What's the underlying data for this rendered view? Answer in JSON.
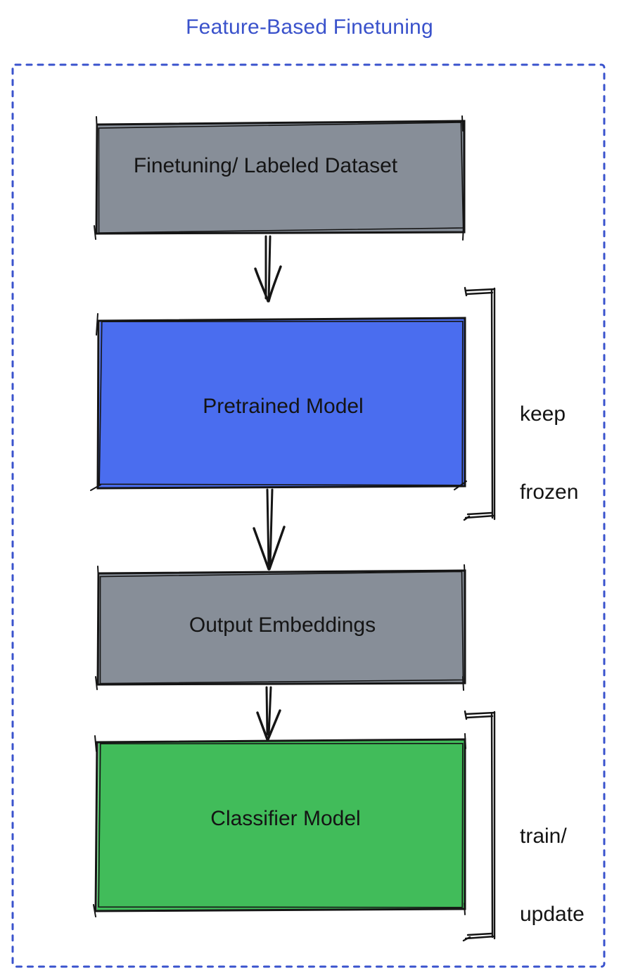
{
  "title": "Feature-Based Finetuning",
  "colors": {
    "accent": "#3a53cd",
    "title_text": "#3a52cb",
    "box_gray": "#878e98",
    "box_blue": "#4a6def",
    "box_green": "#41bc5a",
    "stroke": "#151515",
    "label_text": "#141414"
  },
  "nodes": [
    {
      "id": "dataset",
      "label": "Finetuning/ Labeled Dataset",
      "fill": "#878e98"
    },
    {
      "id": "pretrained",
      "label": "Pretrained Model",
      "fill": "#4a6def"
    },
    {
      "id": "embeddings",
      "label": "Output Embeddings",
      "fill": "#878e98"
    },
    {
      "id": "classifier",
      "label": "Classifier Model",
      "fill": "#41bc5a"
    }
  ],
  "annotations": {
    "keep_frozen": {
      "line1": "keep",
      "line2": "frozen"
    },
    "train_update": {
      "line1": "train/",
      "line2": "update"
    }
  }
}
